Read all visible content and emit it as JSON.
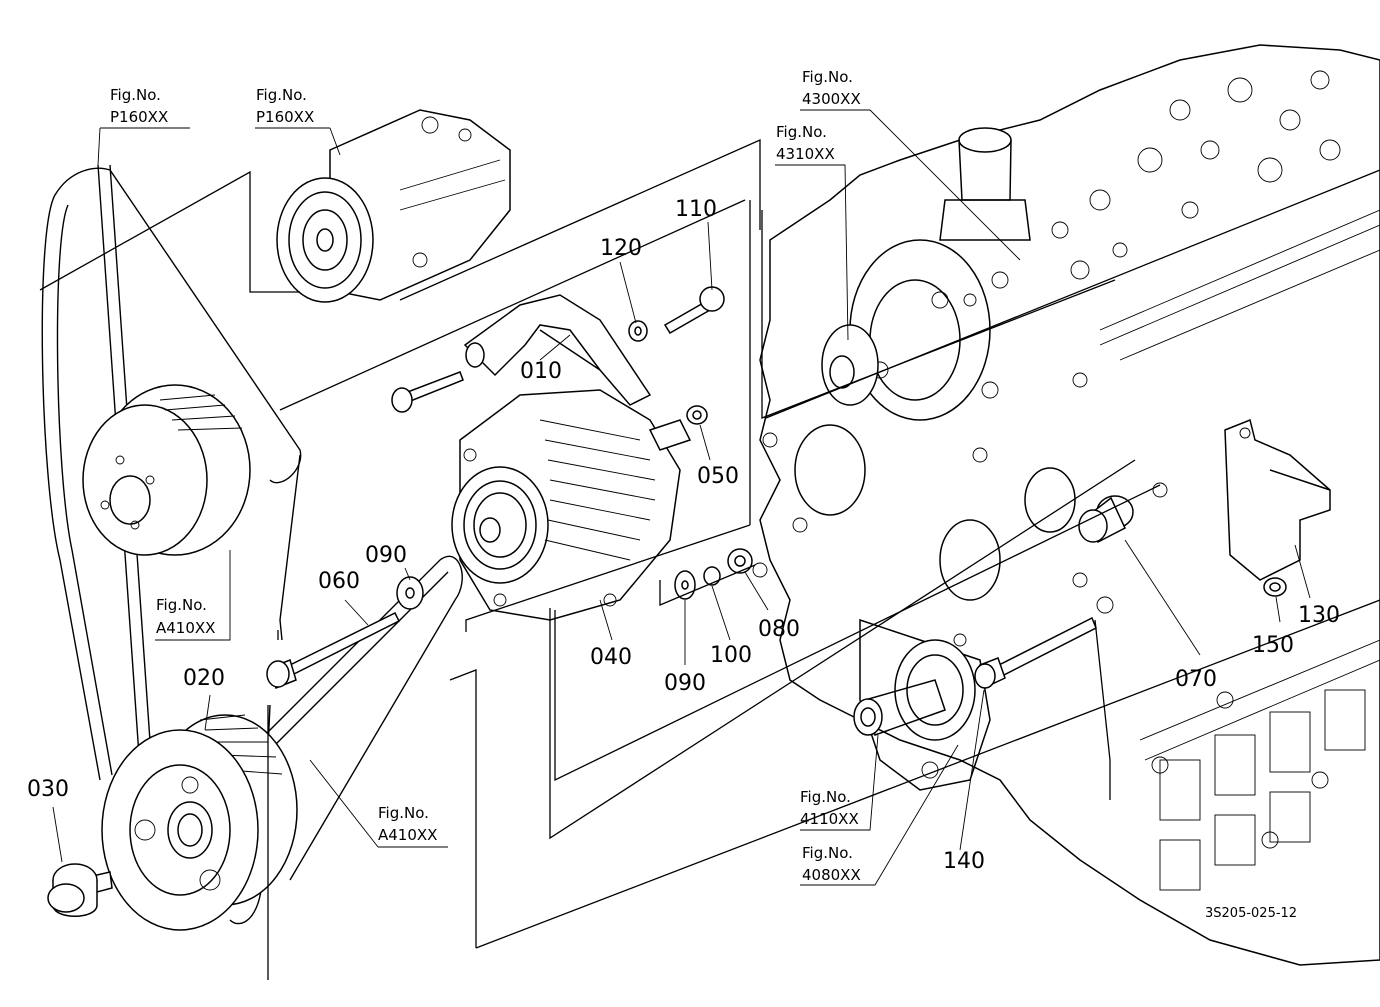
{
  "drawing_id": "3S205-025-12",
  "fig_refs": {
    "belt_top": {
      "label": "Fig.No.",
      "code": "P160XX"
    },
    "compressor": {
      "label": "Fig.No.",
      "code": "P160XX"
    },
    "engine_upper": {
      "label": "Fig.No.",
      "code": "4300XX"
    },
    "pump_pulley": {
      "label": "Fig.No.",
      "code": "4310XX"
    },
    "belt_mid": {
      "label": "Fig.No.",
      "code": "A410XX"
    },
    "belt_low": {
      "label": "Fig.No.",
      "code": "A410XX"
    },
    "shaft": {
      "label": "Fig.No.",
      "code": "4110XX"
    },
    "cover": {
      "label": "Fig.No.",
      "code": "4080XX"
    }
  },
  "callouts": {
    "c010": "010",
    "c020": "020",
    "c030": "030",
    "c040": "040",
    "c050": "050",
    "c060": "060",
    "c070": "070",
    "c080": "080",
    "c090a": "090",
    "c090b": "090",
    "c100": "100",
    "c110": "110",
    "c120": "120",
    "c130": "130",
    "c140": "140",
    "c150": "150"
  }
}
